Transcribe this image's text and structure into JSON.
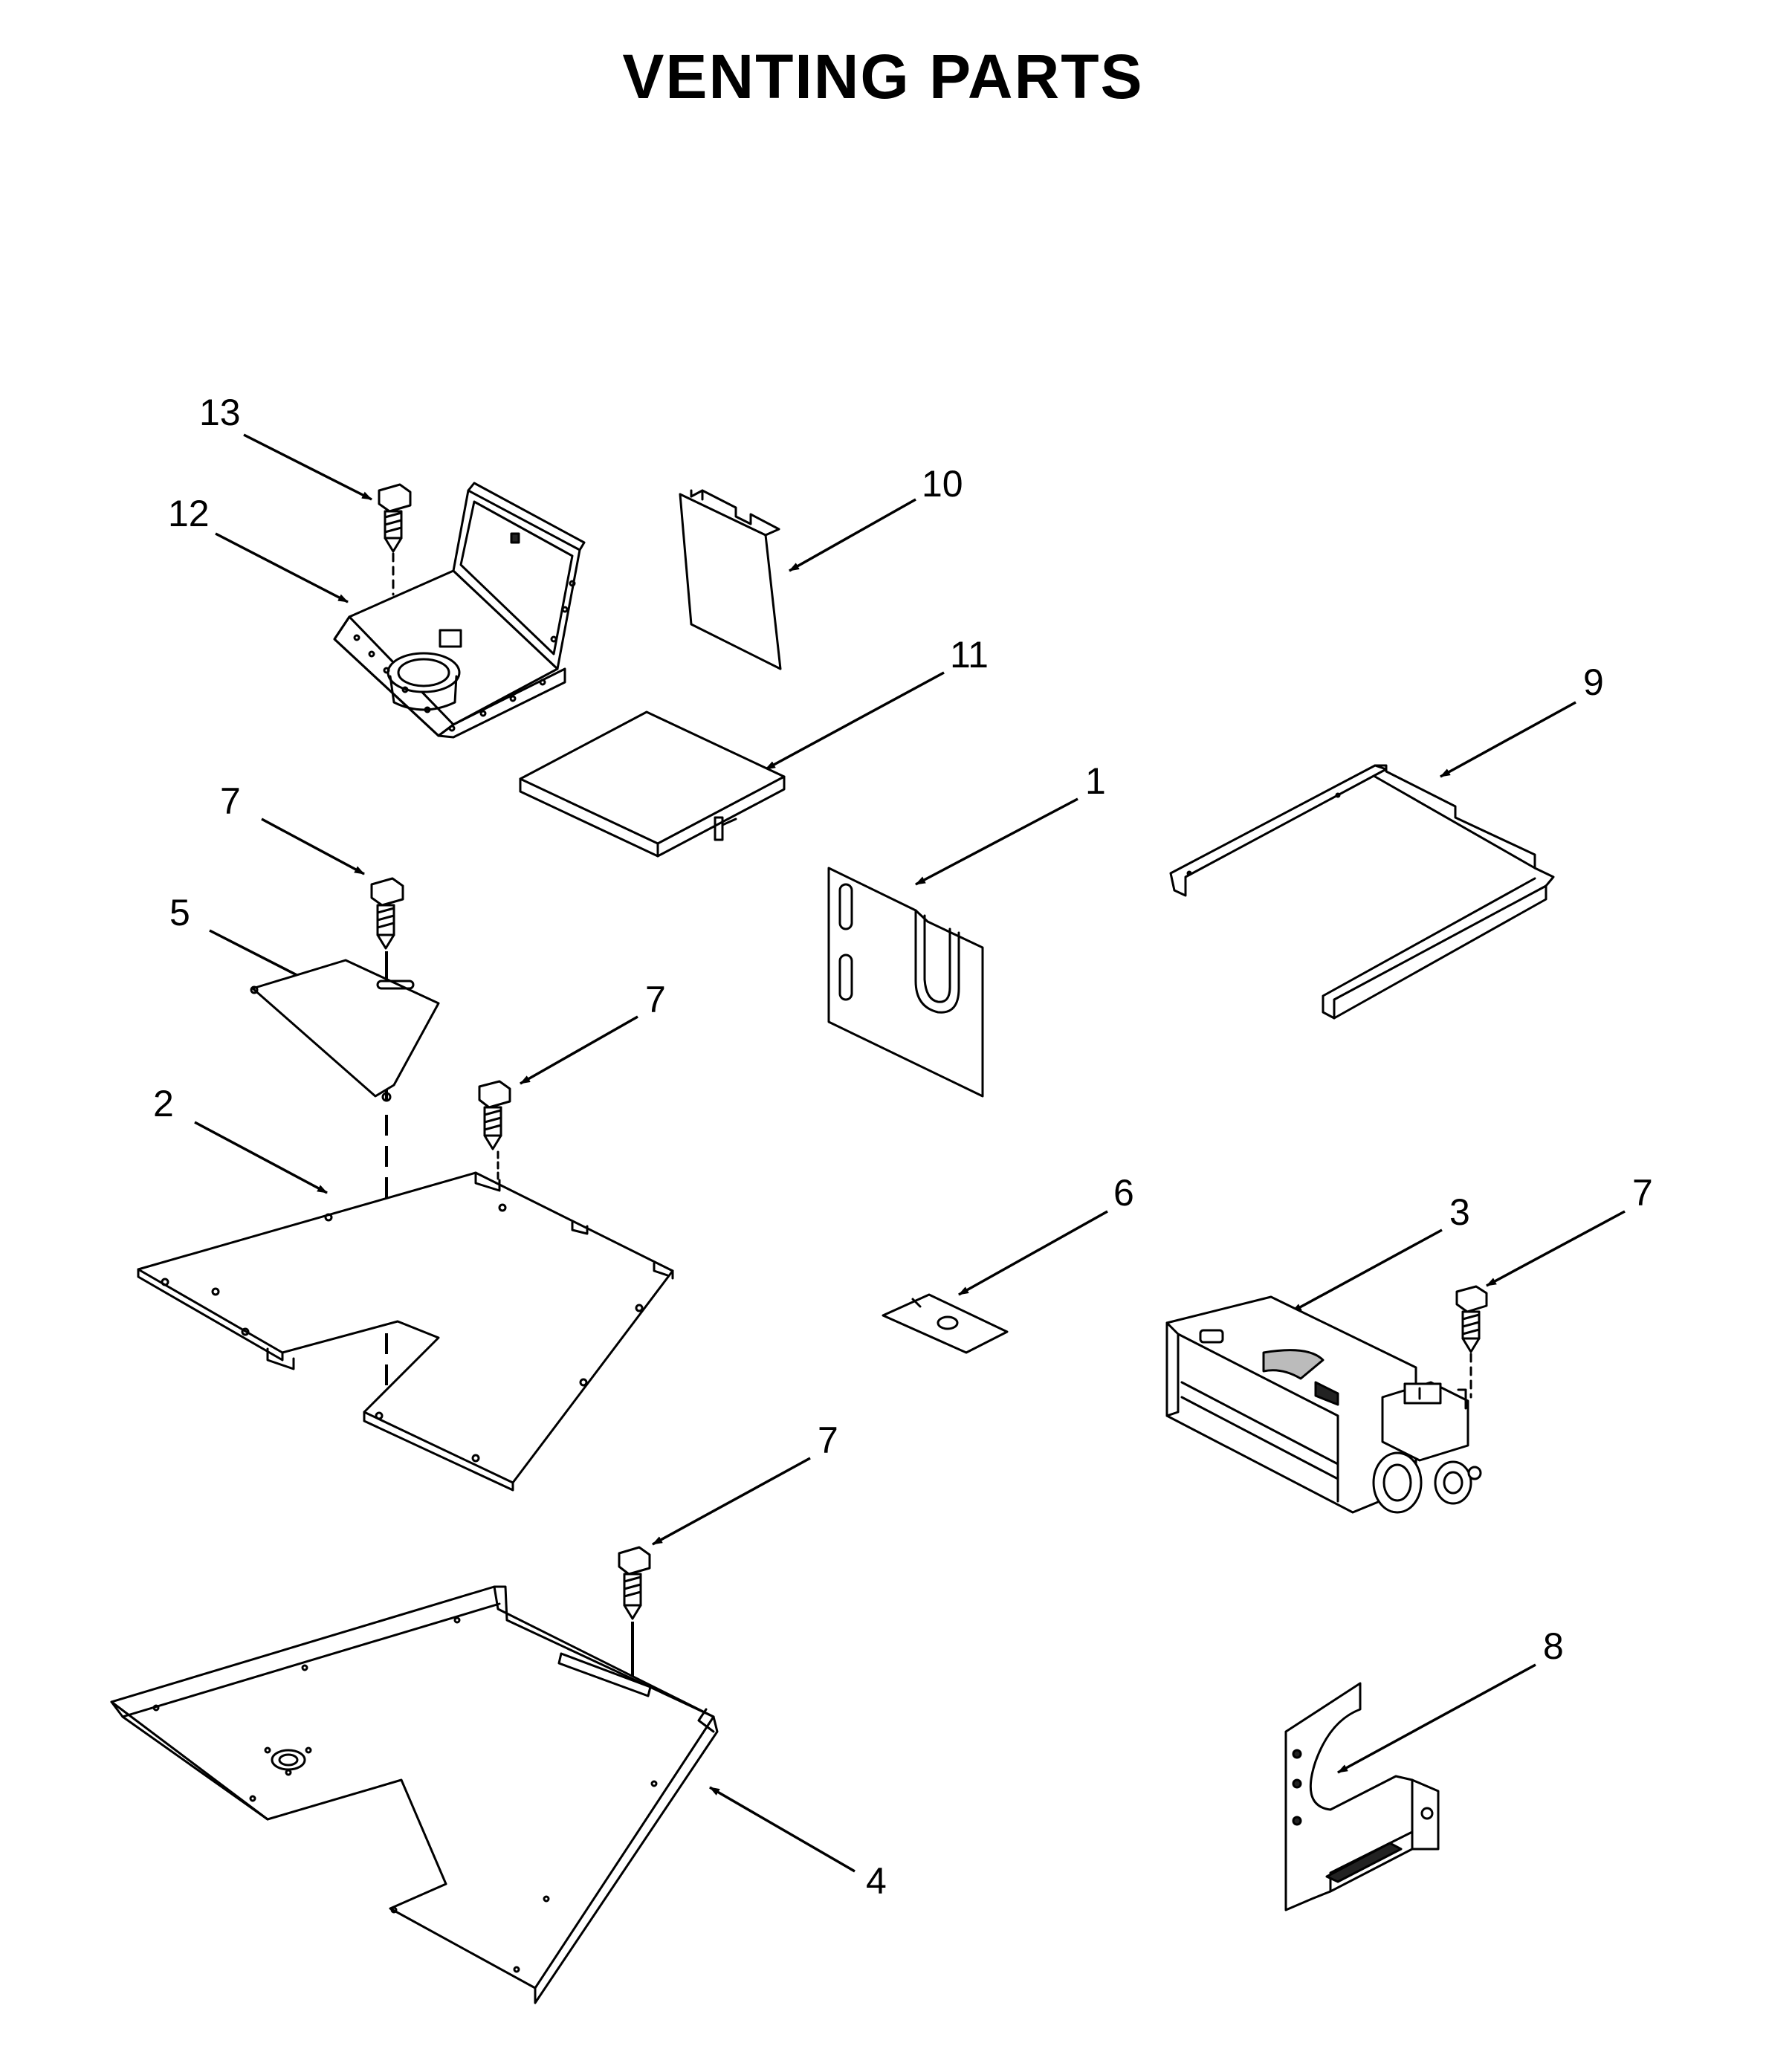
{
  "title": "VENTING PARTS",
  "callouts": [
    {
      "id": "c13",
      "label": "13"
    },
    {
      "id": "c12",
      "label": "12"
    },
    {
      "id": "c10",
      "label": "10"
    },
    {
      "id": "c11",
      "label": "11"
    },
    {
      "id": "c9",
      "label": "9"
    },
    {
      "id": "c1",
      "label": "1"
    },
    {
      "id": "c7a",
      "label": "7"
    },
    {
      "id": "c5",
      "label": "5"
    },
    {
      "id": "c7b",
      "label": "7"
    },
    {
      "id": "c2",
      "label": "2"
    },
    {
      "id": "c6",
      "label": "6"
    },
    {
      "id": "c3",
      "label": "3"
    },
    {
      "id": "c7c",
      "label": "7"
    },
    {
      "id": "c7d",
      "label": "7"
    },
    {
      "id": "c8",
      "label": "8"
    },
    {
      "id": "c4",
      "label": "4"
    }
  ]
}
